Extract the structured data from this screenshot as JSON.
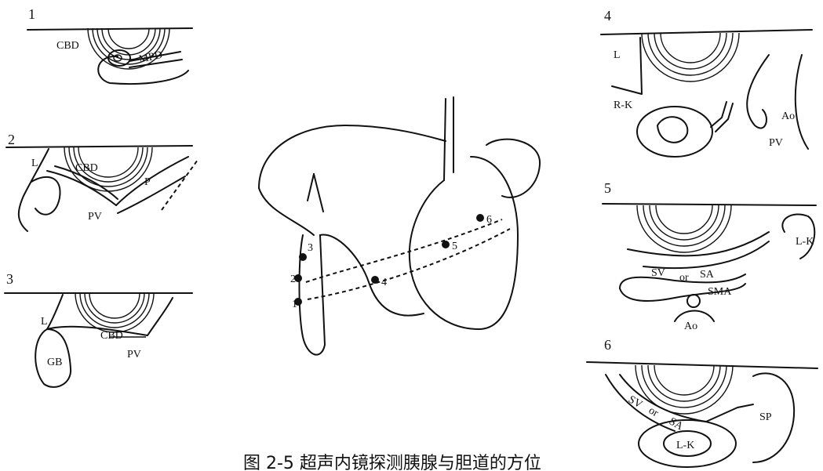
{
  "panels": [
    {
      "number": "1",
      "labels": [
        "CBD",
        "MPD"
      ]
    },
    {
      "number": "2",
      "labels": [
        "L",
        "CBD",
        "P",
        "PV"
      ]
    },
    {
      "number": "3",
      "labels": [
        "L",
        "CBD",
        "PV",
        "GB"
      ]
    },
    {
      "number": "4",
      "labels": [
        "L",
        "R-K",
        "Ao",
        "PV"
      ]
    },
    {
      "number": "5",
      "labels": [
        "L-K",
        "SV",
        "or",
        "SA",
        "SMA",
        "Ao"
      ]
    },
    {
      "number": "6",
      "labels": [
        "SV",
        "or",
        "SA",
        "SP",
        "L-K"
      ]
    }
  ],
  "center": {
    "positions": [
      "1",
      "2",
      "3",
      "4",
      "5",
      "6"
    ]
  },
  "caption": "图 2-5   超声内镜探测胰腺与胆道的方位"
}
